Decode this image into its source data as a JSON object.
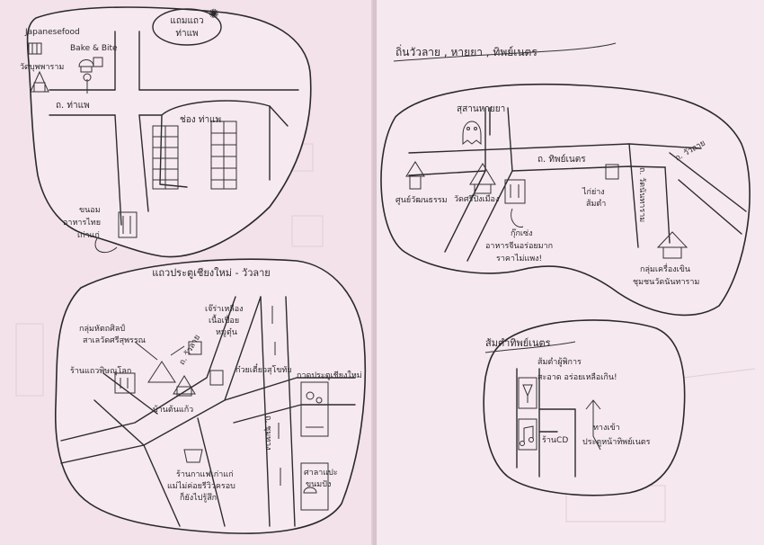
{
  "accent": "#2a2a2a",
  "paper": "#f4e6ec",
  "left_page": {
    "top_map": {
      "badge": "แถมแถว ท่าแพ",
      "labels": {
        "japanese_food": "Japanesefood",
        "bake_bite": "Bake & Bite",
        "temple": "วัดบุพพาราม",
        "road_thapae": "ถ. ท่าแพ",
        "gate": "ช่อง ท่าแพ",
        "thai_dessert_line1": "ขนอม",
        "thai_dessert_line2": "อาหารไทย",
        "thai_dessert_line3": "เก่าแก่"
      }
    },
    "bottom_map": {
      "title": "แถวประตูเชียงใหม่ - วัวลาย",
      "labels": {
        "silver_group_line1": "กลุ่มหัตถศิลป์",
        "silver_group_line2": "สาเลวัดศรีสุพรรณ",
        "noodle_line1": "เจ๊ร่าเหลือง",
        "noodle_line2": "เนื้อเปื่อย",
        "noodle_line3": "หมูตุ๋น",
        "road_wualai": "ถ. วัวลาย",
        "shop_wonderworld": "ร้านแถวพิษณุโลก",
        "chiangmai_gate_noodle": "ก๋วยเตี๋ยวสุโขทัย",
        "chiangmai_gate_market": "กาดประตูเชียงใหม่",
        "house_ton_kaew": "บ้านต้นแก้ว",
        "coffee_line1": "ร้านกาแฟเก่าแก่",
        "coffee_line2": "แม่ไม่ค่อยรีวิวครอบ",
        "coffee_line3": "ก็ยังไปรู้สึก",
        "road_south": "ถ. ชุมทาง",
        "shop_bakery_line1": "ศาลาแปะ",
        "shop_bakery_line2": "ขนมปัง"
      }
    }
  },
  "right_page": {
    "top_map": {
      "title": "ถิ่นวัวลาย , หายยา , ทิพย์เนตร",
      "labels": {
        "ghost_place": "สุสานหายยา",
        "road_thipnet": "ถ. ทิพย์เนตร",
        "road_wualai": "ถ. วัวลาย",
        "dharma_center": "ศูนย์วัฒนธรรม",
        "wat_muen_ruang": "วัดศรีปิงเมือง",
        "duck_soup_line1": "กุ๊กเซ่ง",
        "duck_soup_line2": "อาหารจีนอร่อยมาก",
        "duck_soup_line3": "ราคาไม่แพง!",
        "grilled_chicken_line1": "ไก่ย่าง",
        "grilled_chicken_line2": "ส้มตำ",
        "road_nantharam": "ถ. วัดนันทาราม",
        "lacquer_line1": "กลุ่มเครื่องเขิน",
        "lacquer_line2": "ชุมชนวัดนันทาราม"
      }
    },
    "bottom_map": {
      "title": "ส้มตำทิพย์เนตร",
      "labels": {
        "somtam_line1": "ส้มตำผู้พิการ",
        "somtam_line2": "สะอาด อร่อยเหลือเกิน!",
        "cd_shop": "ร้านCD",
        "entrance_line1": "ทางเข้า",
        "entrance_line2": "ประตูหน้าทิพย์เนตร"
      }
    }
  }
}
